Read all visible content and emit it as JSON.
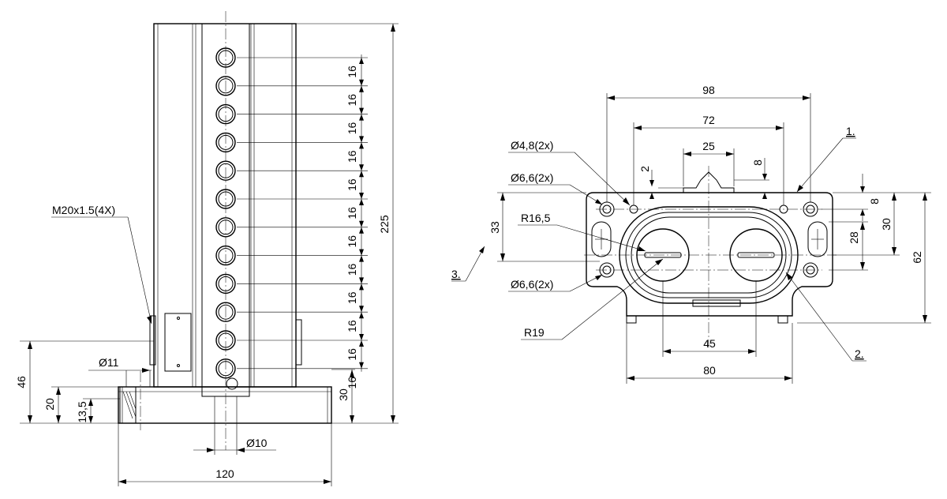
{
  "colors": {
    "line": "#000000",
    "background": "#ffffff"
  },
  "left_view": {
    "pitch_labels": [
      "16",
      "16",
      "16",
      "16",
      "16",
      "16",
      "16",
      "16",
      "16",
      "16",
      "16",
      "16"
    ],
    "height_total": "225",
    "width_total": "120",
    "height_46": "46",
    "height_30": "30",
    "height_20": "20",
    "height_13_5": "13,5",
    "thread_label": "M20x1.5(4X)",
    "dia_11": "Ø11",
    "dia_10": "Ø10"
  },
  "right_view": {
    "dim_98": "98",
    "dim_72": "72",
    "dim_25": "25",
    "dim_2": "2",
    "dim_8_top": "8",
    "dim_8_right": "8",
    "dim_30": "30",
    "dim_28": "28",
    "dim_62": "62",
    "dim_33": "33",
    "dim_45": "45",
    "dim_80": "80",
    "dia_4_8": "Ø4,8(2x)",
    "dia_6_6_top": "Ø6,6(2x)",
    "dia_6_6_bottom": "Ø6,6(2x)",
    "r_16_5": "R16,5",
    "r_19": "R19",
    "callout_1": "1.",
    "callout_2": "2.",
    "callout_3": "3."
  }
}
